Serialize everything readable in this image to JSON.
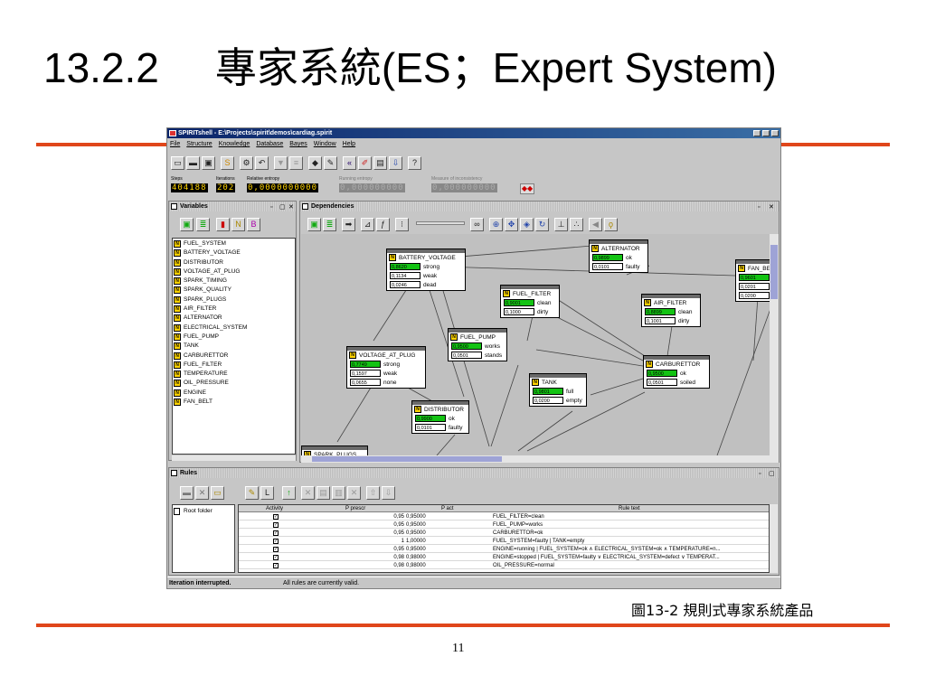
{
  "slide": {
    "title_num": "13.2.2",
    "title_text": "專家系統(ES；Expert System)",
    "caption": "圖13-2  規則式專家系統產品",
    "page_number": "11",
    "accent_color": "#e0461a"
  },
  "app": {
    "title": "SPIRITshell - E:\\Projects\\spirit\\demos\\cardiag.spirit",
    "menu": [
      "File",
      "Structure",
      "Knowledge",
      "Database",
      "Bayes",
      "Window",
      "Help"
    ],
    "toolbar_icons": [
      "new-file-icon",
      "open-folder-icon",
      "save-icon",
      "s-icon",
      "tools-icon",
      "undo-icon",
      "filter-icon",
      "list-icon",
      "learn-icon",
      "pencil-icon",
      "rewind-icon",
      "edit-icon",
      "db-icon",
      "down-arrow-icon",
      "help-cursor-icon"
    ],
    "meters": {
      "steps_label": "Steps",
      "steps": "404188",
      "iterations_label": "Iterations",
      "iterations": "202",
      "rel_entropy_label": "Relative entropy",
      "rel_entropy": "0,0000000000",
      "running_entropy_label": "Running entropy",
      "running_entropy": "0,000000000",
      "inconsistency_label": "Measure of inconsistency",
      "inconsistency": "0,000000000"
    }
  },
  "variables": {
    "title": "Variables",
    "items": [
      "FUEL_SYSTEM",
      "BATTERY_VOLTAGE",
      "DISTRIBUTOR",
      "VOLTAGE_AT_PLUG",
      "SPARK_TIMING",
      "SPARK_QUALITY",
      "SPARK_PLUGS",
      "AIR_FILTER",
      "ALTERNATOR",
      "ELECTRICAL_SYSTEM",
      "FUEL_PUMP",
      "TANK",
      "CARBURETTOR",
      "FUEL_FILTER",
      "TEMPERATURE",
      "OIL_PRESSURE",
      "ENGINE",
      "FAN_BELT"
    ]
  },
  "dependencies": {
    "title": "Dependencies",
    "nodes": [
      {
        "name": "BATTERY_VOLTAGE",
        "states": [
          {
            "p": "0,8620",
            "label": "strong",
            "hi": true
          },
          {
            "p": "0,1134",
            "label": "weak"
          },
          {
            "p": "0,0246",
            "label": "dead"
          }
        ]
      },
      {
        "name": "ALTERNATOR",
        "states": [
          {
            "p": "0,9899",
            "label": "ok",
            "hi": true
          },
          {
            "p": "0,0101",
            "label": "faulty"
          }
        ]
      },
      {
        "name": "FAN_BELT",
        "states": [
          {
            "p": "0,9601",
            "label": "",
            "hi": true
          },
          {
            "p": "0,0201",
            "label": ""
          },
          {
            "p": "0,0200",
            "label": ""
          }
        ]
      },
      {
        "name": "FUEL_FILTER",
        "states": [
          {
            "p": "0,9001",
            "label": "clean",
            "hi": true
          },
          {
            "p": "0,1000",
            "label": "dirty"
          }
        ]
      },
      {
        "name": "AIR_FILTER",
        "states": [
          {
            "p": "0,8899",
            "label": "clean",
            "hi": true
          },
          {
            "p": "0,1001",
            "label": "dirty"
          }
        ]
      },
      {
        "name": "FUEL_PUMP",
        "states": [
          {
            "p": "0,9500",
            "label": "works",
            "hi": true
          },
          {
            "p": "0,0501",
            "label": "stands"
          }
        ]
      },
      {
        "name": "VOLTAGE_AT_PLUG",
        "states": [
          {
            "p": "0,7749",
            "label": "strong",
            "hi": true
          },
          {
            "p": "0,1597",
            "label": "weak"
          },
          {
            "p": "0,0655",
            "label": "none"
          }
        ]
      },
      {
        "name": "CARBURETTOR",
        "states": [
          {
            "p": "0,9500",
            "label": "ok",
            "hi": true
          },
          {
            "p": "0,0501",
            "label": "soiled"
          }
        ]
      },
      {
        "name": "TANK",
        "states": [
          {
            "p": "0,9801",
            "label": "full",
            "hi": true
          },
          {
            "p": "0,0200",
            "label": "empty"
          }
        ]
      },
      {
        "name": "DISTRIBUTOR",
        "states": [
          {
            "p": "0,9900",
            "label": "ok",
            "hi": true
          },
          {
            "p": "0,0101",
            "label": "faulty"
          }
        ]
      },
      {
        "name": "SPARK_PLUGS",
        "states": []
      }
    ]
  },
  "rules": {
    "title": "Rules",
    "folder": "Root folder",
    "headers": {
      "activity": "Activity",
      "p_prescr": "P prescr",
      "p_act": "P act",
      "rule_text": "Rule text"
    },
    "rows": [
      {
        "p_prescr": "0,95",
        "p_act": "0,95000",
        "text": "FUEL_FILTER=clean"
      },
      {
        "p_prescr": "0,95",
        "p_act": "0,95000",
        "text": "FUEL_PUMP=works"
      },
      {
        "p_prescr": "0,95",
        "p_act": "0,95000",
        "text": "CARBURETTOR=ok"
      },
      {
        "p_prescr": "1",
        "p_act": "1,00000",
        "text": "FUEL_SYSTEM=faulty | TANK=empty"
      },
      {
        "p_prescr": "0,95",
        "p_act": "0,95000",
        "text": "ENGINE=running | FUEL_SYSTEM=ok ∧ ELECTRICAL_SYSTEM=ok ∧ TEMPERATURE=n..."
      },
      {
        "p_prescr": "0,98",
        "p_act": "0,98000",
        "text": "ENGINE=stopped | FUEL_SYSTEM=faulty ∨ ELECTRICAL_SYSTEM=defect ∨ TEMPERAT..."
      },
      {
        "p_prescr": "0,98",
        "p_act": "0,98000",
        "text": "OIL_PRESSURE=normal"
      }
    ]
  },
  "status": {
    "left": "Iteration interrupted.",
    "right": "All rules are currently valid."
  }
}
